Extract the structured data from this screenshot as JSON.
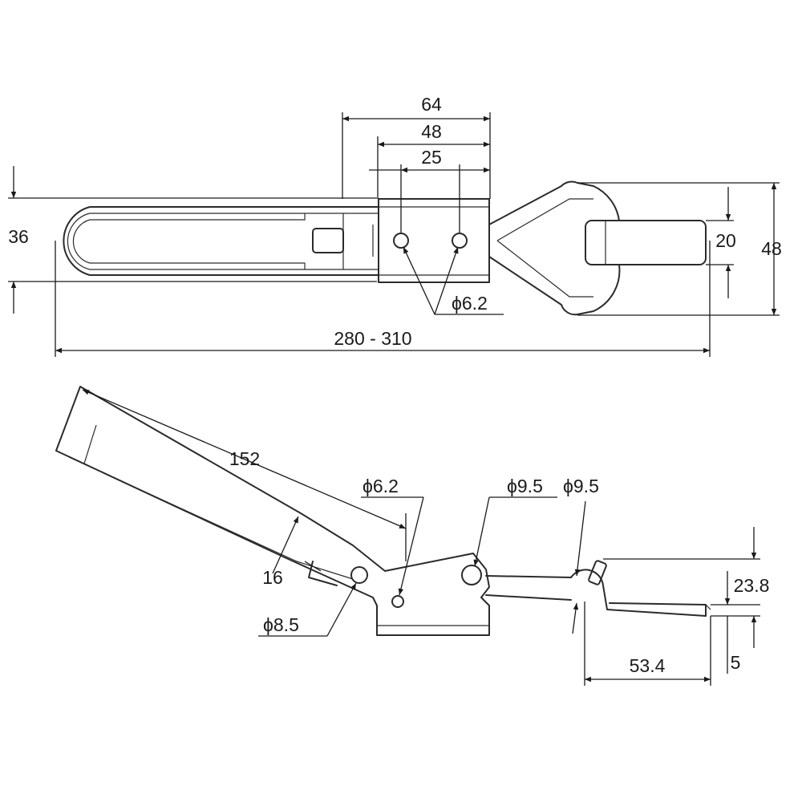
{
  "diagram": {
    "top_view": {
      "width_64": "64",
      "width_48": "48",
      "hole_spacing": "25",
      "hole_dia": "ϕ6.2",
      "height_36": "36",
      "hook_width": "20",
      "overall_height": "48",
      "overall_length": "280 - 310"
    },
    "side_view": {
      "handle_length": "152",
      "hole_dia_pin": "ϕ6.2",
      "hole_dia_pivot": "ϕ9.5",
      "hook_dia": "ϕ9.5",
      "handle_thickness": "16",
      "hole_dia_base": "ϕ8.5",
      "hook_height": "23.8",
      "hook_reach": "53.4",
      "base_offset": "5"
    }
  }
}
